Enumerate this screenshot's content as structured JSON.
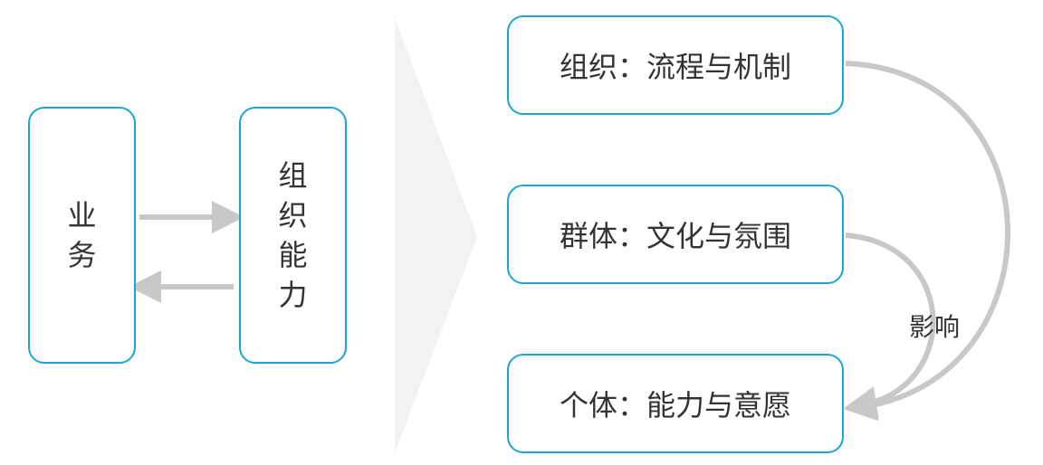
{
  "colors": {
    "box_border": "#1aa6d6",
    "arrow": "#c8c8c8",
    "chevron": "#f2f2f2",
    "text": "#333333"
  },
  "left": {
    "business_chars": [
      "业",
      "务"
    ],
    "org_capability_chars": [
      "组",
      "织",
      "能",
      "力"
    ]
  },
  "right": {
    "org": "组织：流程与机制",
    "group": "群体：文化与氛围",
    "individual": "个体：能力与意愿",
    "influence_label": "影响"
  }
}
